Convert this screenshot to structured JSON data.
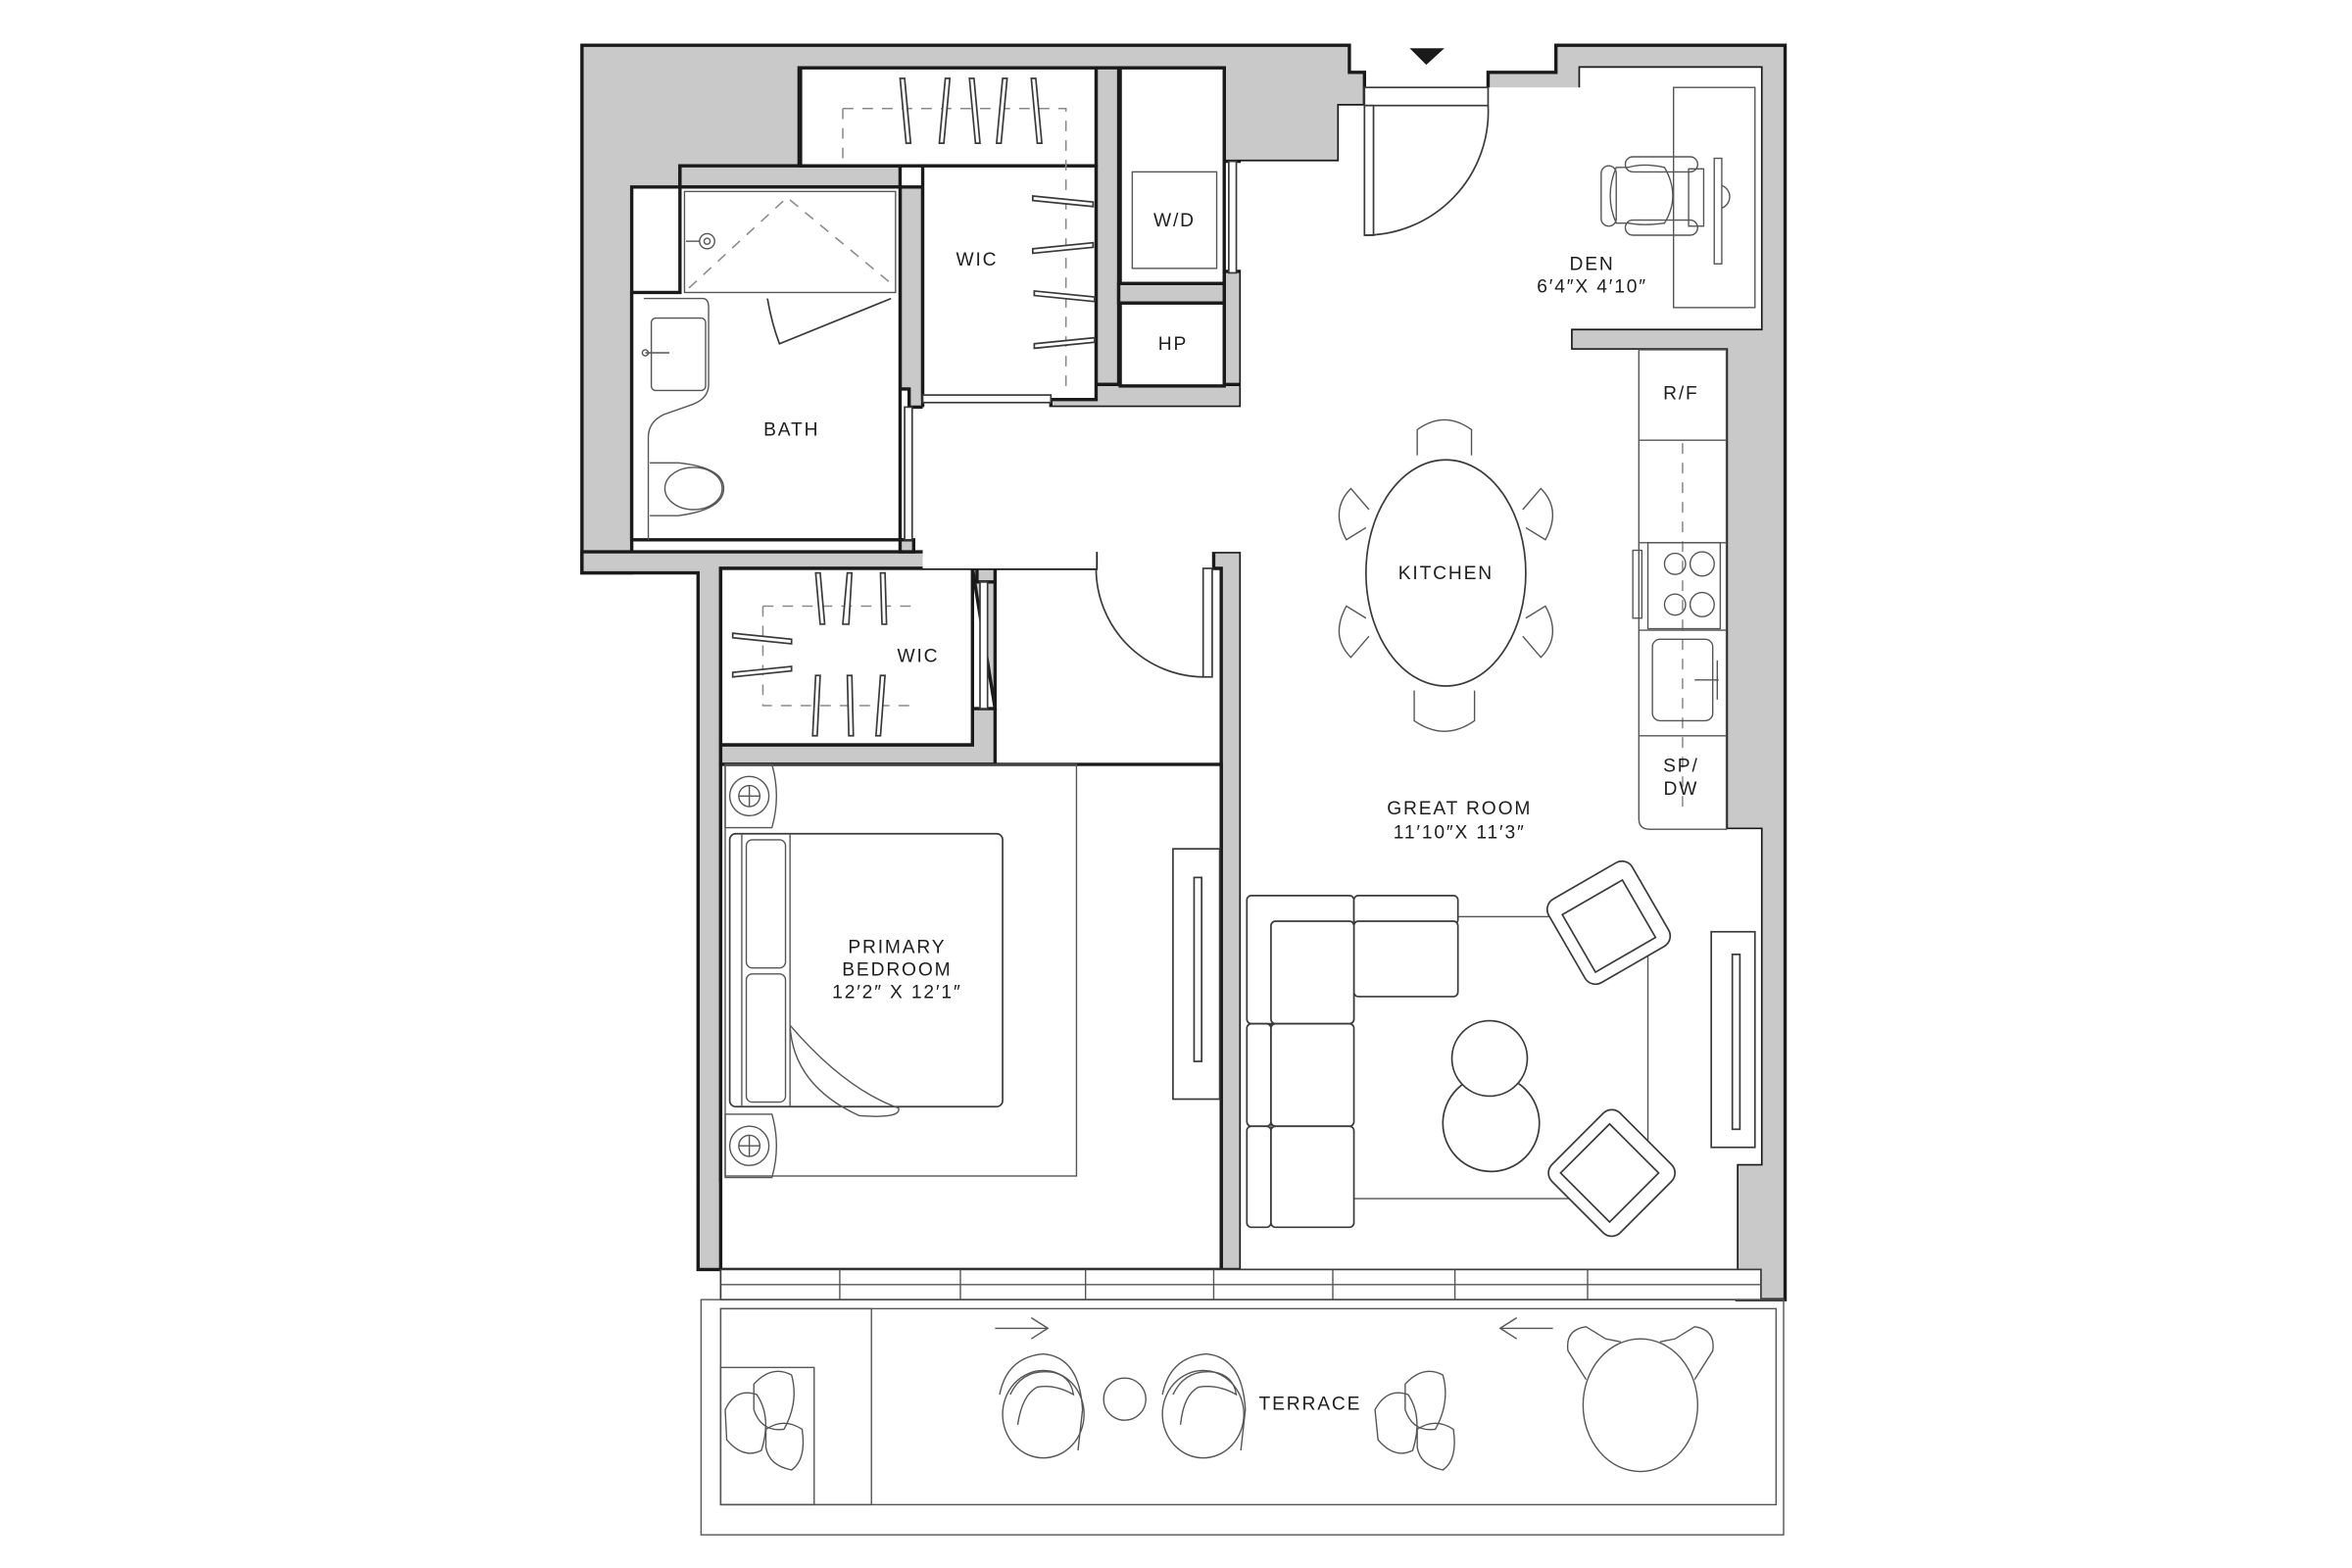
{
  "plan": {
    "type": "residential floor plan",
    "entry_marker": "entry-arrow",
    "wall_fill_color": "#c9c9c9",
    "wall_stroke_color": "#1a1a1a",
    "background_color": "#ffffff"
  },
  "rooms": {
    "wic_top": {
      "name": "WIC"
    },
    "wd": {
      "name": "W/D"
    },
    "hp": {
      "name": "HP"
    },
    "bath": {
      "name": "BATH"
    },
    "den": {
      "name": "DEN",
      "dimensions": "6′4″X 4′10″"
    },
    "kitchen": {
      "name": "KITCHEN"
    },
    "rf": {
      "name": "R/F"
    },
    "spdw": {
      "line1": "SP/",
      "line2": "DW"
    },
    "wic_bedroom": {
      "name": "WIC"
    },
    "great_room": {
      "name": "GREAT ROOM",
      "dimensions": "11′10″X 11′3″"
    },
    "primary_bedroom": {
      "line1": "PRIMARY",
      "line2": "BEDROOM",
      "dimensions": "12′2″ X 12′1″"
    },
    "terrace": {
      "name": "TERRACE"
    }
  },
  "fixtures": [
    "shower",
    "vanity-sink",
    "toilet",
    "washer-dryer",
    "heat-pump",
    "refrigerator",
    "cooktop",
    "kitchen-sink",
    "dishwasher",
    "dining-table-6-chairs",
    "desk",
    "office-chair",
    "king-bed",
    "nightstand",
    "nightstand",
    "tv-console",
    "sectional-sofa",
    "lounge-chair",
    "lounge-chair",
    "coffee-table",
    "side-table",
    "tv-console",
    "terrace-lounge-chair",
    "terrace-lounge-chair",
    "terrace-side-table",
    "bistro-table",
    "bistro-chair",
    "bistro-chair",
    "planter",
    "plant",
    "plant",
    "sliding-door-arrow-right",
    "sliding-door-arrow-left"
  ]
}
